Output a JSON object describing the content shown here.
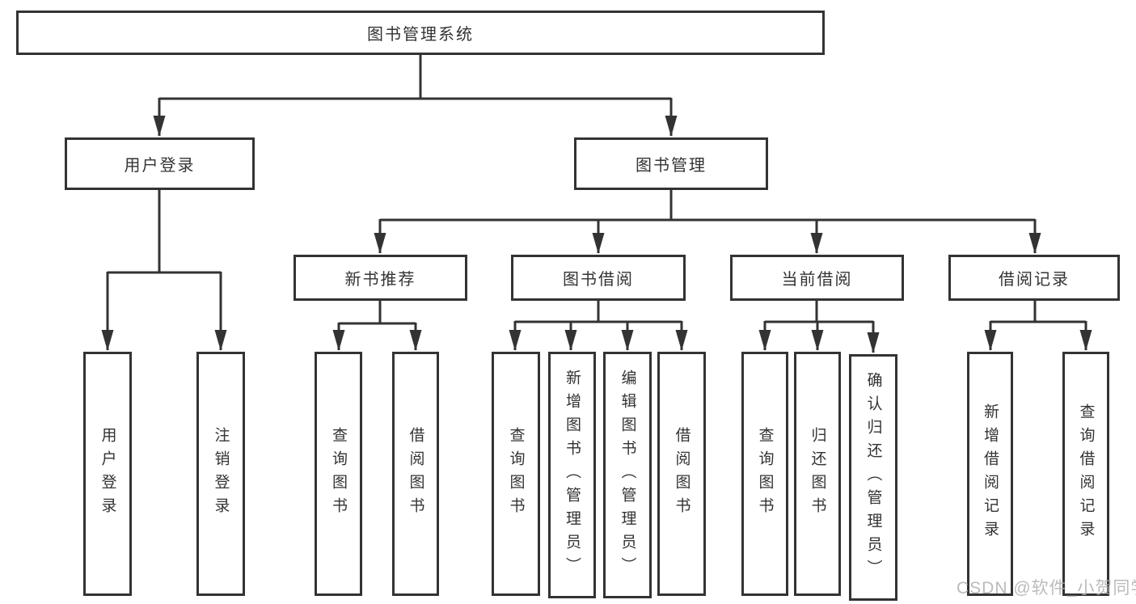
{
  "diagram": {
    "root": {
      "label": "图书管理系统"
    },
    "level2": [
      {
        "id": "user-login",
        "label": "用户登录"
      },
      {
        "id": "book-management",
        "label": "图书管理"
      }
    ],
    "level3": [
      {
        "id": "new-book-recommend",
        "label": "新书推荐"
      },
      {
        "id": "book-borrow",
        "label": "图书借阅"
      },
      {
        "id": "current-borrow",
        "label": "当前借阅"
      },
      {
        "id": "borrow-records",
        "label": "借阅记录"
      }
    ],
    "leaves": [
      {
        "id": "user-login-leaf",
        "label": "用户登录"
      },
      {
        "id": "logout",
        "label": "注销登录"
      },
      {
        "id": "recommend-query-books",
        "label": "查询图书"
      },
      {
        "id": "recommend-borrow-books",
        "label": "借阅图书"
      },
      {
        "id": "borrow-query-books",
        "label": "查询图书"
      },
      {
        "id": "add-books-admin",
        "label": "新增图书（管理员）"
      },
      {
        "id": "edit-books-admin",
        "label": "编辑图书（管理员）"
      },
      {
        "id": "borrow-books",
        "label": "借阅图书"
      },
      {
        "id": "current-query-books",
        "label": "查询图书"
      },
      {
        "id": "return-books",
        "label": "归还图书"
      },
      {
        "id": "confirm-return-admin",
        "label": "确认归还（管理员）"
      },
      {
        "id": "add-borrow-record",
        "label": "新增借阅记录"
      },
      {
        "id": "query-borrow-record",
        "label": "查询借阅记录"
      }
    ],
    "watermark": "CSDN @软件_小贺同学",
    "colors": {
      "line": "#333333",
      "box_border": "#333333",
      "text": "#333333",
      "watermark": "#afafaf",
      "background": "#ffffff"
    }
  }
}
